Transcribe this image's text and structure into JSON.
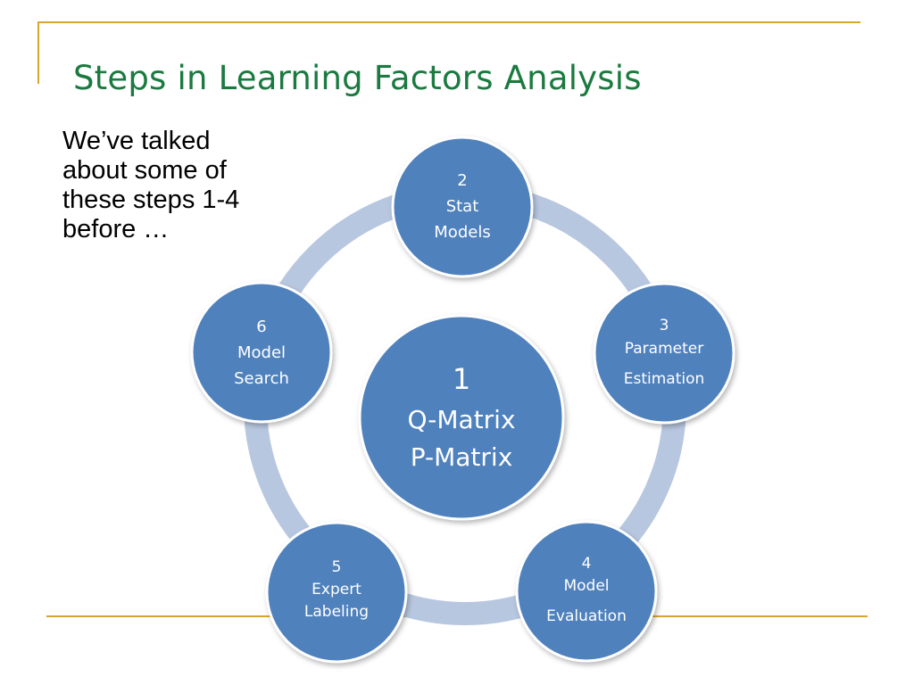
{
  "slide": {
    "title": "Steps in Learning Factors Analysis",
    "body_text": "We’ve talked\nabout some of\nthese steps 1-4\nbefore …"
  },
  "diagram": {
    "center": {
      "lines": [
        "1",
        "Q-Matrix",
        "P-Matrix"
      ]
    },
    "nodes": [
      {
        "lines": [
          "2",
          "Stat",
          "Models"
        ]
      },
      {
        "lines": [
          "3",
          "Parameter",
          "Estimation"
        ]
      },
      {
        "lines": [
          "4",
          "Model",
          "Evaluation"
        ]
      },
      {
        "lines": [
          "5",
          "Expert",
          "Labeling"
        ]
      },
      {
        "lines": [
          "6",
          "Model",
          "Search"
        ]
      }
    ],
    "colors": {
      "node_fill": "#4f81bd",
      "node_border": "#ffffff",
      "ring": "#b8c7e0",
      "title": "#1a7a3f",
      "accent_line": "#d4a72c"
    }
  }
}
